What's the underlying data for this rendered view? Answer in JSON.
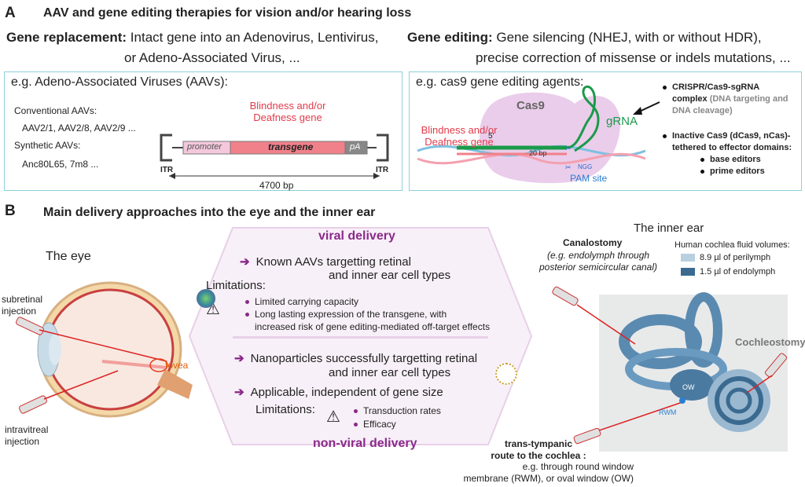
{
  "panel_a": {
    "letter": "A",
    "title": "AAV and gene editing therapies for vision and/or hearing loss",
    "gene_replacement": {
      "heading": "Gene replacement:",
      "line1": "Intact gene into an Adenovirus, Lentivirus,",
      "line2": "or Adeno-Associated Virus, ..."
    },
    "gene_editing": {
      "heading": "Gene editing:",
      "line1": "Gene silencing (NHEJ, with or without  HDR),",
      "line2": "precise correction of missense or indels mutations, ..."
    },
    "aav_box": {
      "title": "e.g. Adeno-Associated Viruses (AAVs):",
      "conventional_label": "Conventional AAVs:",
      "conventional_list": "AAV2/1, AAV2/8, AAV2/9 ...",
      "synthetic_label": "Synthetic AAVs:",
      "synthetic_list": "Anc80L65, 7m8 ...",
      "disease_gene_1": "Blindness and/or",
      "disease_gene_2": "Deafness gene",
      "promoter": "promoter",
      "transgene": "transgene",
      "pa": "pA",
      "itr_left": "ITR",
      "itr_right": "ITR",
      "size": "4700 bp"
    },
    "cas9_box": {
      "title": "e.g. cas9 gene editing agents:",
      "cas9_label": "Cas9",
      "grna_label": "gRNA",
      "disease_gene_1": "Blindness and/or",
      "disease_gene_2": "Deafness gene",
      "five_prime": "5'",
      "bp_label": "20 bp",
      "ngg": "NGG",
      "pam_site": "PAM site",
      "crispr_1": "CRISPR/Cas9-sgRNA",
      "crispr_2": "complex",
      "crispr_2b": "(DNA targeting and",
      "crispr_3": "DNA cleavage)",
      "inactive_1": "Inactive Cas9 (dCas9, nCas)-",
      "inactive_2": "tethered to effector domains:",
      "base_editors": "base editors",
      "prime_editors": "prime editors"
    }
  },
  "panel_b": {
    "letter": "B",
    "title": "Main delivery approaches into the eye and the inner ear",
    "eye": {
      "title": "The eye",
      "subretinal_1": "subretinal",
      "subretinal_2": "injection",
      "intravitreal_1": "intravitreal",
      "intravitreal_2": "injection",
      "fovea": "fovea"
    },
    "viral": {
      "title": "viral delivery",
      "point1_a": "Known AAVs targetting retinal",
      "point1_b": "and inner ear cell types",
      "limitations": "Limitations:",
      "lim1": "Limited carrying capacity",
      "lim2_a": "Long lasting expression of the transgene, with",
      "lim2_b": "increased risk of gene editing-mediated off-target effects"
    },
    "nonviral": {
      "title": "non-viral delivery",
      "point1_a": "Nanoparticles successfully targetting retinal",
      "point1_b": "and inner ear cell types",
      "point2": "Applicable, independent of gene size",
      "limitations": "Limitations:",
      "lim1": "Transduction rates",
      "lim2": "Efficacy"
    },
    "ear": {
      "title": "The inner ear",
      "canalostomy": "Canalostomy",
      "canal_sub1": "(e.g. endolymph through",
      "canal_sub2": "posterior semicircular canal)",
      "fluid_title": "Human cochlea fluid volumes:",
      "perilymph": "8.9 µl of perilymph",
      "endolymph": "1.5 µl of endolymph",
      "cochleostomy": "Cochleostomy",
      "ow": "OW",
      "rwm": "RWM",
      "trans_1": "trans-tympanic",
      "trans_2": "route to the cochlea :",
      "trans_3": "e.g. through round window",
      "trans_4": "membrane (RWM), or oval window (OW)"
    }
  },
  "colors": {
    "box_border": "#8fd0dc",
    "purple": "#8a2a8a",
    "red": "#e23a4a",
    "transgene": "#f0808a",
    "promoter": "#f4c8dc",
    "green": "#1a9a4a"
  }
}
